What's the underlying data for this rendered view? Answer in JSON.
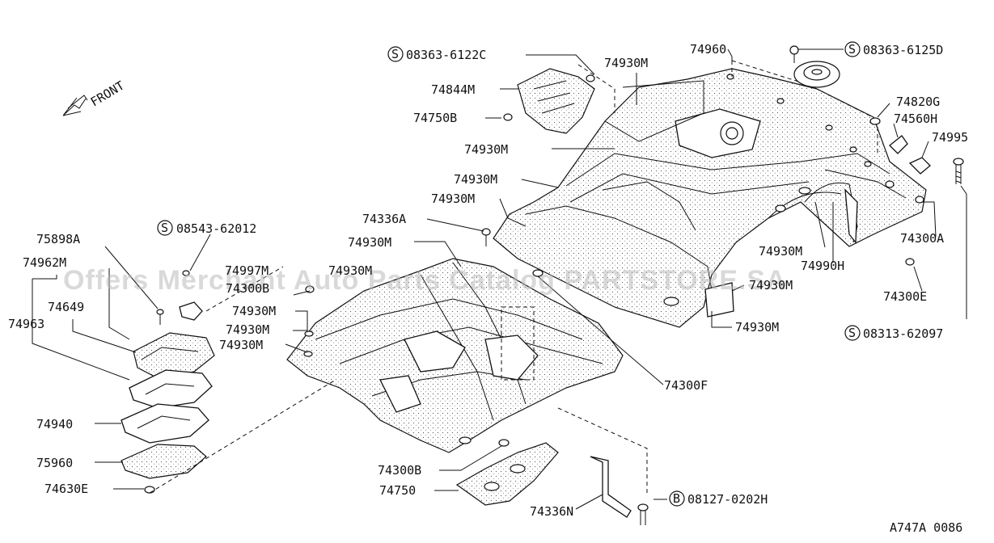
{
  "front_label": "FRONT",
  "ref_code": "A747A 0086",
  "watermark": "Offers Merchant Auto Parts Catalog PARTSTORE.SA",
  "callouts": [
    {
      "id": "c1",
      "text": "08363-6122C",
      "circled": "S"
    },
    {
      "id": "c2",
      "text": "74960",
      "circled": ""
    },
    {
      "id": "c3",
      "text": "08363-6125D",
      "circled": "S"
    },
    {
      "id": "c4",
      "text": "74930M",
      "circled": ""
    },
    {
      "id": "c5",
      "text": "74844M",
      "circled": ""
    },
    {
      "id": "c6",
      "text": "74750B",
      "circled": ""
    },
    {
      "id": "c7",
      "text": "74820G",
      "circled": ""
    },
    {
      "id": "c8",
      "text": "74560H",
      "circled": ""
    },
    {
      "id": "c9",
      "text": "74995",
      "circled": ""
    },
    {
      "id": "c10",
      "text": "74930M",
      "circled": ""
    },
    {
      "id": "c11",
      "text": "74930M",
      "circled": ""
    },
    {
      "id": "c12",
      "text": "74930M",
      "circled": ""
    },
    {
      "id": "c13",
      "text": "74336A",
      "circled": ""
    },
    {
      "id": "c14",
      "text": "08543-62012",
      "circled": "S"
    },
    {
      "id": "c15",
      "text": "75898A",
      "circled": ""
    },
    {
      "id": "c16",
      "text": "74930M",
      "circled": ""
    },
    {
      "id": "c17",
      "text": "74962M",
      "circled": ""
    },
    {
      "id": "c18",
      "text": "74997M",
      "circled": ""
    },
    {
      "id": "c19",
      "text": "74930M",
      "circled": ""
    },
    {
      "id": "c20",
      "text": "74300B",
      "circled": ""
    },
    {
      "id": "c21",
      "text": "74649",
      "circled": ""
    },
    {
      "id": "c22",
      "text": "74963",
      "circled": ""
    },
    {
      "id": "c23",
      "text": "74930M",
      "circled": ""
    },
    {
      "id": "c24",
      "text": "74930M",
      "circled": ""
    },
    {
      "id": "c25",
      "text": "74930M",
      "circled": ""
    },
    {
      "id": "c26",
      "text": "74300A",
      "circled": ""
    },
    {
      "id": "c27",
      "text": "74930M",
      "circled": ""
    },
    {
      "id": "c28",
      "text": "74990H",
      "circled": ""
    },
    {
      "id": "c29",
      "text": "74300E",
      "circled": ""
    },
    {
      "id": "c30",
      "text": "74930M",
      "circled": ""
    },
    {
      "id": "c31",
      "text": "74930M",
      "circled": ""
    },
    {
      "id": "c32",
      "text": "08313-62097",
      "circled": "S"
    },
    {
      "id": "c33",
      "text": "74300F",
      "circled": ""
    },
    {
      "id": "c34",
      "text": "74940",
      "circled": ""
    },
    {
      "id": "c35",
      "text": "75960",
      "circled": ""
    },
    {
      "id": "c36",
      "text": "74630E",
      "circled": ""
    },
    {
      "id": "c37",
      "text": "74300B",
      "circled": ""
    },
    {
      "id": "c38",
      "text": "74750",
      "circled": ""
    },
    {
      "id": "c39",
      "text": "74336N",
      "circled": ""
    },
    {
      "id": "c40",
      "text": "08127-0202H",
      "circled": "B"
    }
  ]
}
